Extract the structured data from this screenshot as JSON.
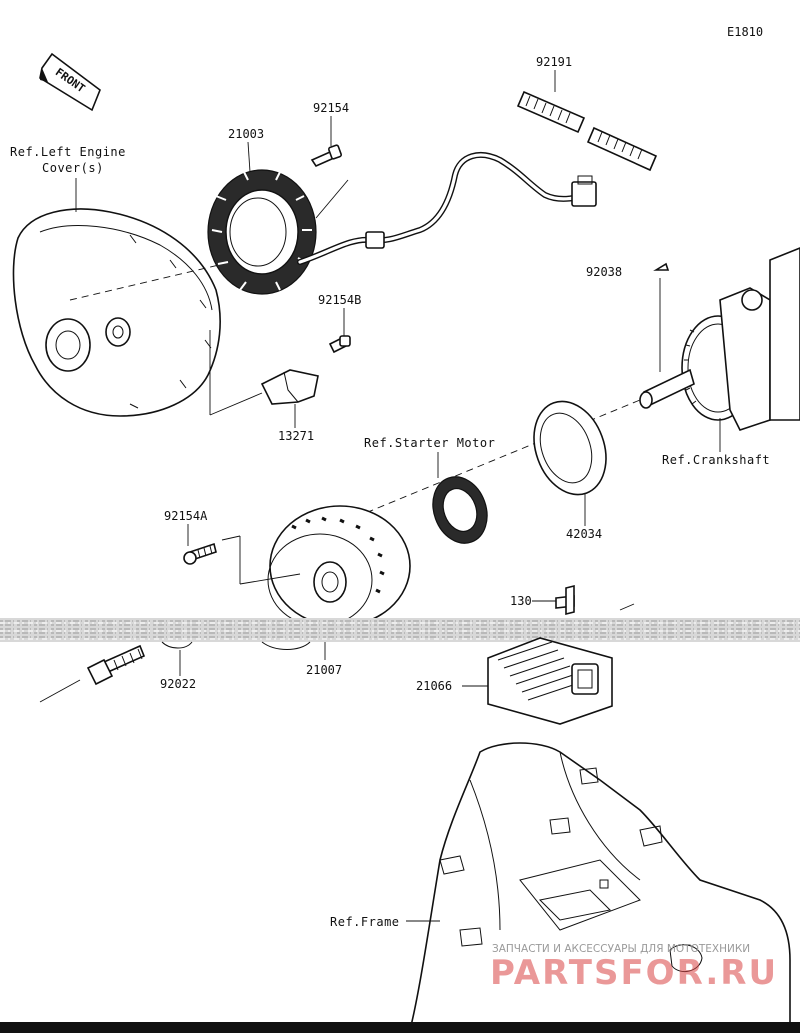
{
  "diagram": {
    "code": "E1810",
    "front_label": "FRONT",
    "parts": {
      "p92191": "92191",
      "p92154": "92154",
      "p21003": "21003",
      "p92154b": "92154B",
      "p13271": "13271",
      "p92038": "92038",
      "p42034": "42034",
      "p92154a": "92154A",
      "p130": "130",
      "p21007": "21007",
      "p92022": "92022",
      "p21066": "21066"
    },
    "refs": {
      "left_engine_cover_1": "Ref.Left Engine",
      "left_engine_cover_2": "Cover(s)",
      "starter_motor": "Ref.Starter Motor",
      "crankshaft": "Ref.Crankshaft",
      "frame": "Ref.Frame"
    }
  },
  "watermark": {
    "line1": "ЗАПЧАСТИ И АКСЕССУАРЫ ДЛЯ МОТОТЕХНИКИ",
    "line2": "PARTSFOR.RU"
  }
}
